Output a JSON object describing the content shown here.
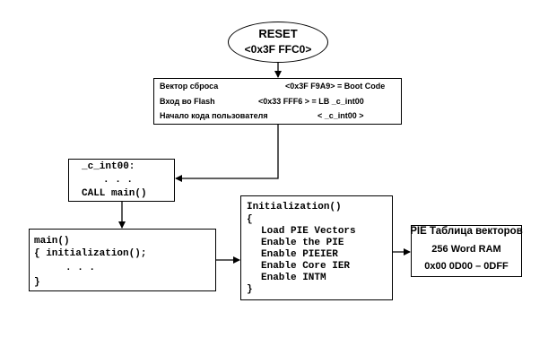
{
  "reset": {
    "title": "RESET",
    "address": "<0x3F FFC0>"
  },
  "vector_table": {
    "rows": [
      {
        "label": "Вектор сброса",
        "value": "<0x3F F9A9> = Boot Code"
      },
      {
        "label": "Вход во Flash",
        "value": "<0x33 FFF6 > = LB _c_int00"
      },
      {
        "label": "Начало кода пользователя",
        "value": "< _c_int00 >"
      }
    ]
  },
  "c_int00": {
    "lines": [
      "_c_int00:",
      ". . .",
      "CALL main()"
    ]
  },
  "main_func": {
    "lines": [
      "main()",
      "{ initialization();",
      ". . .",
      "}"
    ]
  },
  "initialization": {
    "lines": [
      "Initialization()",
      "{",
      "Load PIE Vectors",
      "Enable the PIE",
      "Enable PIEIER",
      "Enable Core IER",
      "Enable INTM",
      "}"
    ]
  },
  "pie_table": {
    "lines": [
      "PIE Таблица векторов",
      "256 Word RAM",
      "0x00 0D00 – 0DFF"
    ]
  }
}
